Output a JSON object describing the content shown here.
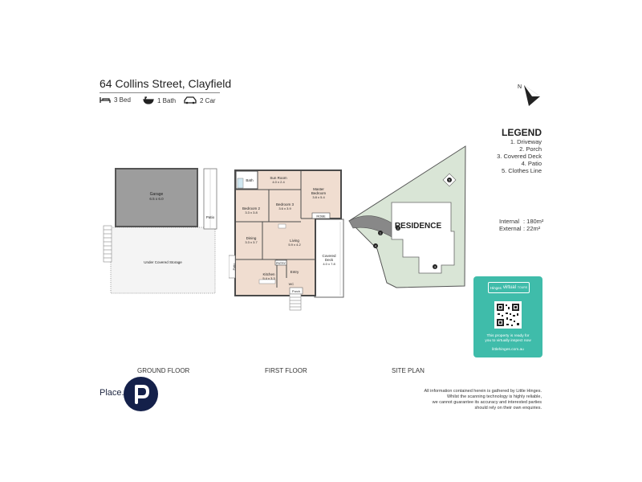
{
  "header": {
    "title": "64 Collins Street, Clayfield",
    "beds": "3 Bed",
    "baths": "1 Bath",
    "cars": "2 Car"
  },
  "compass": {
    "north": "N"
  },
  "legend": {
    "title": "LEGEND",
    "items": [
      "1. Driveway",
      "2. Porch",
      "3. Covered Deck",
      "4. Patio",
      "5. Clothes Line"
    ]
  },
  "areas": {
    "internal_label": "Internal",
    "internal_value": ": 180m²",
    "external_label": "External",
    "external_value": ": 22m²"
  },
  "ground_floor": {
    "label": "GROUND FLOOR",
    "garage": "Garage",
    "garage_dims": "6.5 x 6.0",
    "patio": "Patio",
    "storage": "Under Covered Storage"
  },
  "first_floor": {
    "label": "FIRST FLOOR",
    "bath": "Bath",
    "sun_room": "Sun Room",
    "sun_room_dims": "4.0 x 2.4",
    "master": "Master",
    "master_line2": "Bedroom",
    "master_dims": "3.8 x 5.4",
    "bed2": "Bedroom 2",
    "bed2_dims": "3.3 x 3.8",
    "bed3": "Bedroom 3",
    "bed3_dims": "3.6 x 3.9",
    "robe": "ROBE",
    "dining": "Dining",
    "dining_dims": "3.3 x 3.7",
    "living": "Living",
    "living_dims": "5.9 x 4.2",
    "covered_deck": "Covered",
    "covered_deck_line2": "Deck",
    "covered_deck_dims": "4.0 x 7.8",
    "patio": "Patio",
    "pntry": "PNTRY",
    "kitchen": "Kitchen",
    "kitchen_dims": "5.4 x 3.3",
    "entry": "Entry",
    "porch": "Porch",
    "wc": "WC"
  },
  "site_plan": {
    "label": "SITE PLAN",
    "residence": "RESIDENCE",
    "marker1": "1",
    "marker2": "2",
    "marker3": "3",
    "marker4": "4",
    "marker5": "5"
  },
  "virtual_tour": {
    "brand": "Hinges",
    "title": "virtual",
    "subtitle": "TOURS",
    "text1": "This property is ready for",
    "text2": "you to virtually inspect now",
    "url": "littlehinges.com.au"
  },
  "footer": {
    "brand": "Place.",
    "disclaimer_1": "All information contained herein is gathered by Little Hinges.",
    "disclaimer_2": "Whilst the scanning technology is highly reliable,",
    "disclaimer_3": "we cannot guarantee its accuracy and interested parties",
    "disclaimer_4": "should rely on their own enquiries."
  },
  "colors": {
    "garage": "#9d9d9d",
    "grass": "#d9e5d6",
    "floor": "#f0ddd0",
    "wall": "#4a4a4a",
    "vt_card": "#3fbcaa",
    "brand_navy": "#14204a"
  }
}
